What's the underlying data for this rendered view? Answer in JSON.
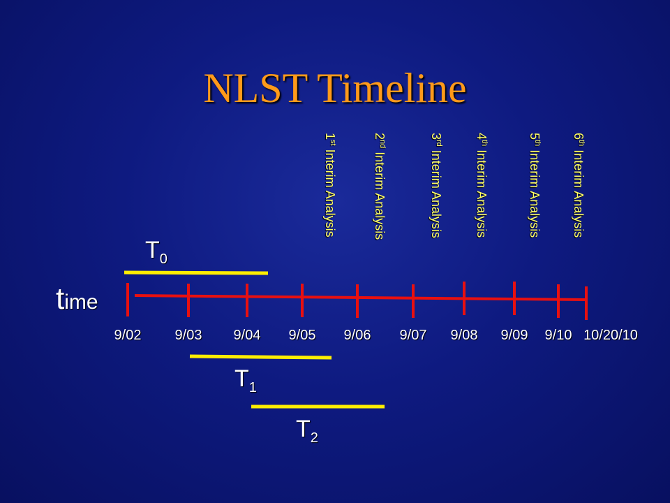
{
  "slide": {
    "title": "NLST Timeline",
    "colors": {
      "title": "#ff9a1a",
      "interim_text": "#ffff66",
      "timeline": "#e81010",
      "period_bar": "#ffee00",
      "label_text": "#ffffff"
    }
  },
  "timeline": {
    "axis_label_first": "t",
    "axis_label_rest": "ime",
    "dates": [
      "9/02",
      "9/03",
      "9/04",
      "9/05",
      "9/06",
      "9/07",
      "9/08",
      "9/09",
      "9/10",
      "10/20/10"
    ]
  },
  "interim_analyses": [
    {
      "num": "1",
      "suffix": "st",
      "rest": " Interim Analysis"
    },
    {
      "num": "2",
      "suffix": "nd",
      "rest": " Interim Analysis"
    },
    {
      "num": "3",
      "suffix": "rd",
      "rest": " Interim Analysis"
    },
    {
      "num": "4",
      "suffix": "th",
      "rest": " Interim Analysis"
    },
    {
      "num": "5",
      "suffix": "th",
      "rest": " Interim Analysis"
    },
    {
      "num": "6",
      "suffix": "th",
      "rest": " Interim Analysis"
    }
  ],
  "periods": [
    {
      "letter": "T",
      "sub": "0"
    },
    {
      "letter": "T",
      "sub": "1"
    },
    {
      "letter": "T",
      "sub": "2"
    }
  ]
}
